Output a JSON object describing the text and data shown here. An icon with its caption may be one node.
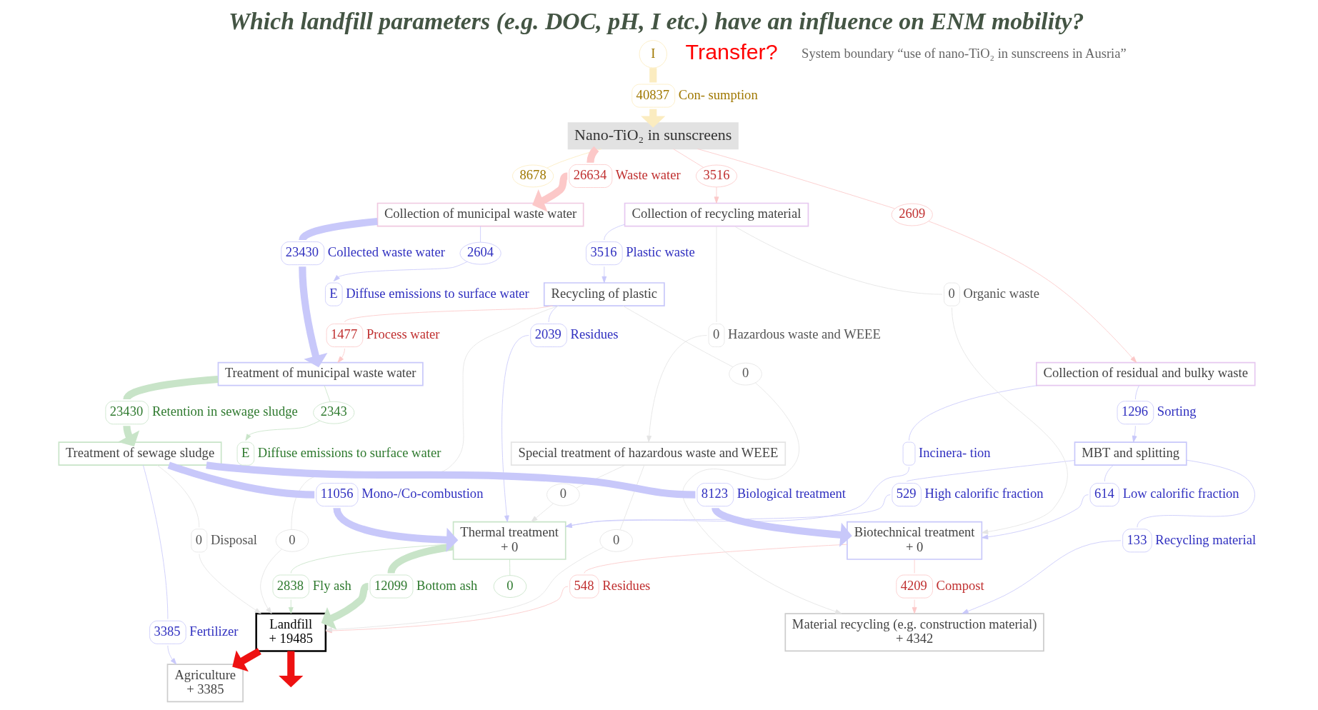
{
  "diagram": {
    "title": "Which landfill parameters (e.g. DOC, pH, I etc.) have an influence on ENM mobility?",
    "caption": "System boundary “use of nano-TiO₂ in sunscreens in Ausria”",
    "nodes": [
      {
        "text": [
          "I"
        ]
      },
      {
        "text": [
          "40837"
        ],
        "beside": [
          "Con- sumption"
        ]
      },
      {
        "text": [
          "Nano-TiO₂ in sunscreens"
        ]
      },
      {
        "text": [
          "8678"
        ]
      },
      {
        "text": [
          "26634"
        ],
        "beside": [
          "Waste water"
        ]
      },
      {
        "text": [
          "3516"
        ]
      },
      {
        "text": [
          "2609"
        ]
      },
      {
        "text": [
          "Collection of residual and bulky waste"
        ]
      },
      {
        "text": [
          "Collection of recycling material"
        ]
      },
      {
        "text": [],
        "shape": "ellipse",
        "beside": [
          "Incinera- tion"
        ]
      },
      {
        "text": [
          "1296"
        ],
        "beside": [
          "Sorting"
        ]
      },
      {
        "text": [
          "Thermal treatment",
          "+ 0"
        ]
      },
      {
        "text": [
          "0"
        ]
      },
      {
        "text": [
          "MBT and splitting"
        ]
      },
      {
        "text": [
          "529"
        ],
        "beside": [
          "High calorific fraction"
        ]
      },
      {
        "text": [
          "614"
        ],
        "beside": [
          "Low calorific fraction"
        ]
      },
      {
        "text": [
          "133"
        ],
        "beside": [
          "Recycling material"
        ]
      },
      {
        "text": [
          "Biotechnical treatment",
          "+ 0"
        ]
      },
      {
        "text": [
          "4209"
        ],
        "beside": [
          "Compost"
        ]
      },
      {
        "text": [
          "548"
        ],
        "beside": [
          "Residues"
        ]
      },
      {
        "text": [
          "0"
        ],
        "beside": [
          "Organic waste"
        ]
      },
      {
        "text": [
          "0"
        ],
        "beside": [
          "Hazardous waste and WEEE"
        ]
      },
      {
        "text": [
          "Special treatment of hazardous waste and WEEE"
        ]
      },
      {
        "text": [
          "0"
        ]
      },
      {
        "text": [
          "0"
        ]
      },
      {
        "text": [
          "3516"
        ],
        "beside": [
          "Plastic waste"
        ]
      },
      {
        "text": [
          "Recycling of plastic"
        ]
      },
      {
        "text": [
          "0"
        ]
      },
      {
        "text": [
          "2039"
        ],
        "beside": [
          "Residues"
        ]
      },
      {
        "text": [
          "0"
        ]
      },
      {
        "text": [
          "1477"
        ],
        "beside": [
          "Process water"
        ]
      },
      {
        "text": [
          "Collection of municipal waste water"
        ]
      },
      {
        "text": [
          "23430"
        ],
        "beside": [
          "Collected waste water"
        ]
      },
      {
        "text": [
          "Treatment of municipal waste water"
        ]
      },
      {
        "text": [
          "23430"
        ],
        "beside": [
          "Retention in sewage sludge"
        ]
      },
      {
        "text": [
          "Treatment of sewage sludge"
        ]
      },
      {
        "text": [
          "8123"
        ],
        "beside": [
          "Biological treatment"
        ]
      },
      {
        "text": [
          "11056"
        ],
        "beside": [
          "Mono-/Co-combustion"
        ]
      },
      {
        "text": [
          "0"
        ],
        "beside": [
          "Disposal"
        ]
      },
      {
        "text": [
          "3385"
        ],
        "beside": [
          "Fertilizer"
        ]
      },
      {
        "text": [
          "12099"
        ],
        "beside": [
          "Bottom ash"
        ]
      },
      {
        "text": [
          "2838"
        ],
        "beside": [
          "Fly ash"
        ]
      },
      {
        "text": [
          "Material recycling (e.g. construction material)",
          "+ 4342"
        ]
      },
      {
        "text": [
          "Landfill",
          "+ 19485"
        ]
      },
      {
        "text": [
          "Agriculture",
          "+ 3385"
        ]
      },
      {
        "text": [
          "2604"
        ]
      },
      {
        "text": [
          "E"
        ],
        "beside": [
          "Diffuse emissions to surface water"
        ]
      },
      {
        "text": [
          "2343"
        ]
      },
      {
        "text": [
          "E"
        ],
        "beside": [
          "Diffuse emissions to surface water"
        ]
      }
    ],
    "edges": [
      {
        "from": 0,
        "to": 1,
        "arrow": "none",
        "style": "thick",
        "color": "#fbecc0"
      },
      {
        "from": 1,
        "to": 2,
        "arrow": "to",
        "style": "thick",
        "color": "#fbecc0"
      },
      {
        "from": 2,
        "to": 3,
        "arrow": "none",
        "color": "#fbecc0"
      },
      {
        "from": 2,
        "to": 4,
        "arrow": "none",
        "style": "thick",
        "color": "#fcc8c8"
      },
      {
        "from": 4,
        "to": 31,
        "arrow": "to",
        "style": "thick",
        "color": "#fcc8c8"
      },
      {
        "from": 2,
        "to": 5,
        "arrow": "none",
        "color": "#fcc8c8"
      },
      {
        "from": 5,
        "to": 8,
        "arrow": "to",
        "color": "#fcc8c8"
      },
      {
        "from": 2,
        "to": 6,
        "arrow": "none",
        "color": "#fcc8c8"
      },
      {
        "from": 6,
        "to": 7,
        "arrow": "to",
        "color": "#fcc8c8"
      },
      {
        "from": 7,
        "to": 9,
        "arrow": "none"
      },
      {
        "from": 9,
        "to": 11,
        "arrow": "to"
      },
      {
        "from": 7,
        "to": 10,
        "arrow": "none"
      },
      {
        "from": 10,
        "to": 13,
        "arrow": "to"
      },
      {
        "from": 13,
        "to": 14,
        "arrow": "none"
      },
      {
        "from": 14,
        "to": 11,
        "arrow": "to"
      },
      {
        "from": 13,
        "to": 15,
        "arrow": "none"
      },
      {
        "from": 15,
        "to": 17,
        "arrow": "to"
      },
      {
        "from": 13,
        "to": 16,
        "arrow": "none"
      },
      {
        "from": 16,
        "to": 42,
        "arrow": "to"
      },
      {
        "from": 17,
        "to": 18,
        "arrow": "none",
        "color": "#fcc8c8"
      },
      {
        "from": 18,
        "to": 42,
        "arrow": "to",
        "color": "#fcc8c8"
      },
      {
        "from": 17,
        "to": 19,
        "arrow": "none",
        "color": "#fcc8c8"
      },
      {
        "from": 19,
        "to": 43,
        "arrow": "to",
        "color": "#fcc8c8"
      },
      {
        "from": 8,
        "to": 20,
        "arrow": "none",
        "color": "#e4e4e4"
      },
      {
        "from": 20,
        "to": 17,
        "arrow": "to",
        "color": "#e4e4e4"
      },
      {
        "from": 8,
        "to": 21,
        "arrow": "none",
        "color": "#e4e4e4"
      },
      {
        "from": 21,
        "to": 22,
        "arrow": "to",
        "color": "#e4e4e4"
      },
      {
        "from": 8,
        "to": 25,
        "arrow": "none"
      },
      {
        "from": 25,
        "to": 26,
        "arrow": "to"
      },
      {
        "from": 22,
        "to": 23,
        "arrow": "none",
        "color": "#e4e4e4"
      },
      {
        "from": 23,
        "to": 11,
        "arrow": "to",
        "color": "#e4e4e4"
      },
      {
        "from": 22,
        "to": 24,
        "arrow": "none",
        "color": "#e4e4e4"
      },
      {
        "from": 24,
        "to": 43,
        "arrow": "to",
        "color": "#e4e4e4"
      },
      {
        "from": 26,
        "to": 27,
        "arrow": "none",
        "color": "#e4e4e4"
      },
      {
        "from": 27,
        "to": 42,
        "arrow": "to",
        "color": "#e4e4e4"
      },
      {
        "from": 26,
        "to": 28,
        "arrow": "none"
      },
      {
        "from": 28,
        "to": 11,
        "arrow": "to"
      },
      {
        "from": 26,
        "to": 29,
        "arrow": "none",
        "color": "#e4e4e4"
      },
      {
        "from": 29,
        "to": 43,
        "arrow": "to",
        "color": "#e4e4e4"
      },
      {
        "from": 26,
        "to": 30,
        "arrow": "none",
        "color": "#fcc8c8"
      },
      {
        "from": 30,
        "to": 33,
        "arrow": "to",
        "color": "#fcc8c8"
      },
      {
        "from": 31,
        "to": 32,
        "arrow": "none",
        "style": "thick"
      },
      {
        "from": 32,
        "to": 33,
        "arrow": "to",
        "style": "thick"
      },
      {
        "from": 31,
        "to": 45,
        "arrow": "none"
      },
      {
        "from": 45,
        "to": 46,
        "arrow": "to"
      },
      {
        "from": 33,
        "to": 34,
        "arrow": "none",
        "style": "thick",
        "color": "#c8e4c8"
      },
      {
        "from": 34,
        "to": 35,
        "arrow": "to",
        "style": "thick",
        "color": "#c8e4c8"
      },
      {
        "from": 33,
        "to": 47,
        "arrow": "none",
        "color": "#c8e4c8"
      },
      {
        "from": 47,
        "to": 48,
        "arrow": "to",
        "color": "#c8e4c8"
      },
      {
        "from": 35,
        "to": 36,
        "arrow": "none",
        "style": "thick"
      },
      {
        "from": 36,
        "to": 17,
        "arrow": "to",
        "style": "thick"
      },
      {
        "from": 35,
        "to": 37,
        "arrow": "none",
        "style": "thick"
      },
      {
        "from": 37,
        "to": 11,
        "arrow": "to",
        "style": "thick"
      },
      {
        "from": 35,
        "to": 38,
        "arrow": "none",
        "color": "#e4e4e4"
      },
      {
        "from": 38,
        "to": 43,
        "arrow": "to",
        "color": "#e4e4e4"
      },
      {
        "from": 35,
        "to": 39,
        "arrow": "none"
      },
      {
        "from": 39,
        "to": 44,
        "arrow": "to"
      },
      {
        "from": 11,
        "to": 40,
        "arrow": "none",
        "style": "thick",
        "color": "#c8e4c8"
      },
      {
        "from": 40,
        "to": 43,
        "arrow": "to",
        "style": "thick",
        "color": "#c8e4c8"
      },
      {
        "from": 11,
        "to": 41,
        "arrow": "none",
        "color": "#c8e4c8"
      },
      {
        "from": 41,
        "to": 43,
        "arrow": "to",
        "color": "#c8e4c8"
      },
      {
        "from": 11,
        "to": 12,
        "arrow": "none",
        "color": "#c8e4c8"
      },
      {
        "from": 43,
        "to": 44,
        "arrow": "to",
        "style": "thick",
        "color": "#ee1111"
      },
      {
        "from": 43,
        "to": null,
        "arrow": "to",
        "style": "thick",
        "color": "#ee1111"
      }
    ],
    "labels": [
      "Transfer?"
    ]
  }
}
